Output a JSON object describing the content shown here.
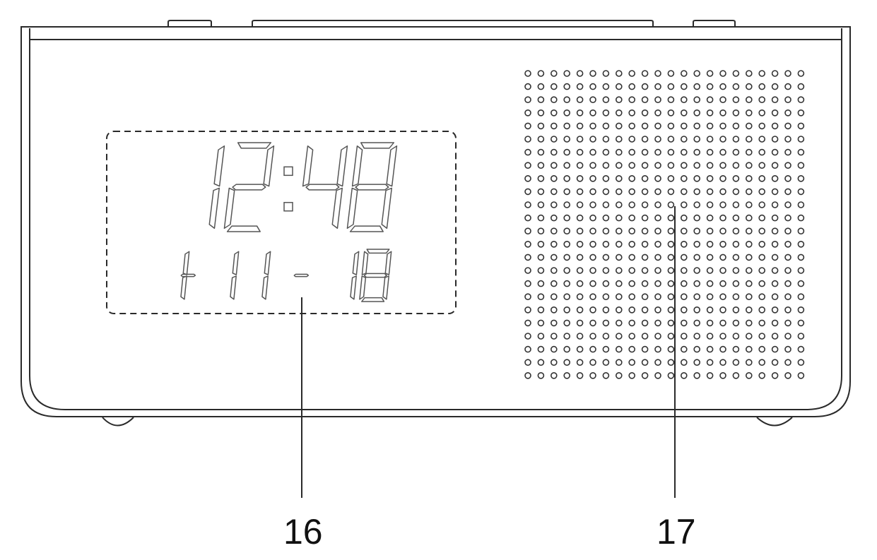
{
  "display": {
    "time": "12:48",
    "date": [
      "1",
      "11",
      "18"
    ]
  },
  "callouts": {
    "display": "16",
    "speaker": "17"
  },
  "colors": {
    "line": "#2a2a2a",
    "segment": "#555555",
    "background": "#ffffff"
  }
}
